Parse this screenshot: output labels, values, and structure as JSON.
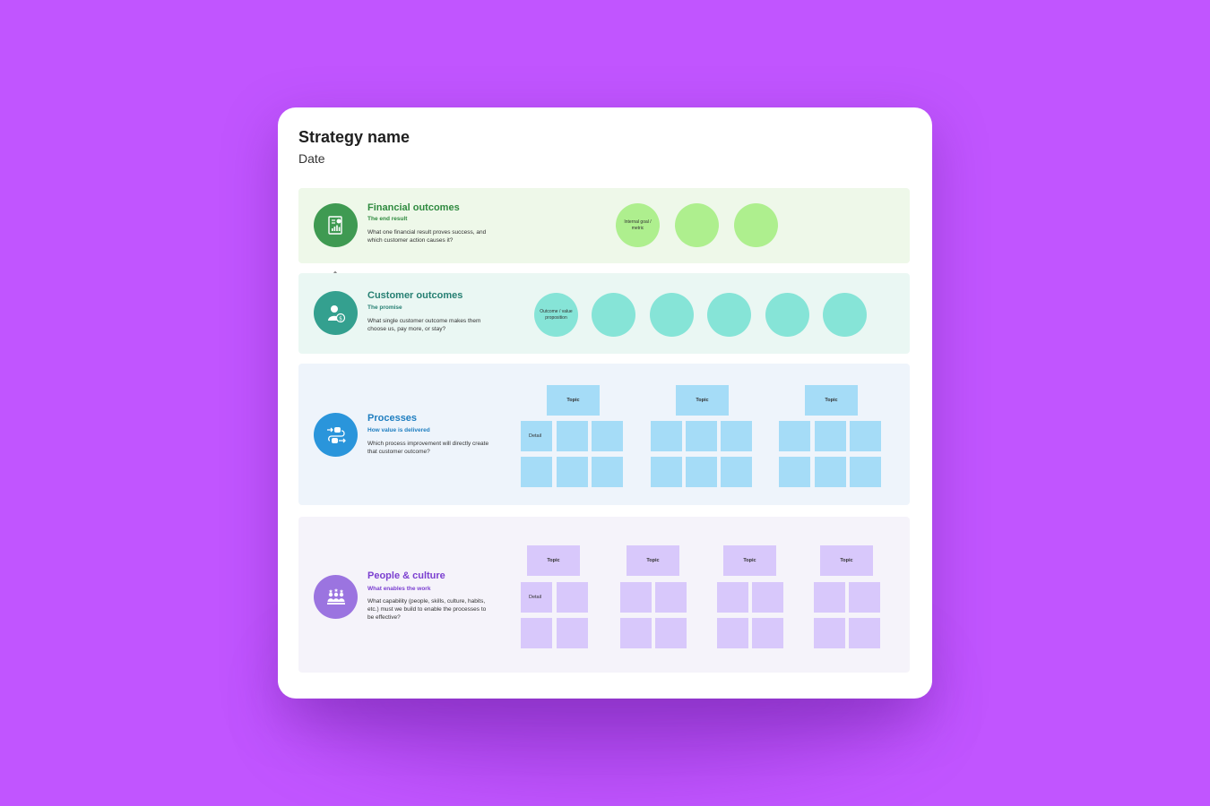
{
  "board": {
    "title": "Strategy name",
    "date": "Date"
  },
  "sections": {
    "financial": {
      "heading": "Financial outcomes",
      "subheading": "The end result",
      "description": "What one financial result proves success, and which customer action causes it?",
      "icon": "financial-report-icon",
      "color": "#3f9a52",
      "circle_label": "Internal goal / metric"
    },
    "customer": {
      "heading": "Customer outcomes",
      "subheading": "The promise",
      "description": "What single customer outcome makes them choose us, pay more, or stay?",
      "icon": "customer-dollar-icon",
      "color": "#34a08f",
      "circle_label": "Outcome / value proposition"
    },
    "processes": {
      "heading": "Processes",
      "subheading": "How value is delivered",
      "description": "Which process improvement will directly create that customer outcome?",
      "icon": "process-flow-icon",
      "color": "#2a95db",
      "topic_label": "Topic",
      "detail_label": "Detail"
    },
    "people": {
      "heading": "People & culture",
      "subheading": "What enables the work",
      "description": "What capability (people, skills, culture, habits, etc.) must we build to enable the processes to be effective?",
      "icon": "team-people-icon",
      "color": "#9b74e0",
      "topic_label": "Topic",
      "detail_label": "Detail"
    }
  },
  "colors": {
    "background": "#c155ff",
    "green_circle": "#aeef8e",
    "teal_circle": "#86e4d7",
    "blue_sticky": "#a5dcf7",
    "purple_sticky": "#d8c8fb"
  }
}
